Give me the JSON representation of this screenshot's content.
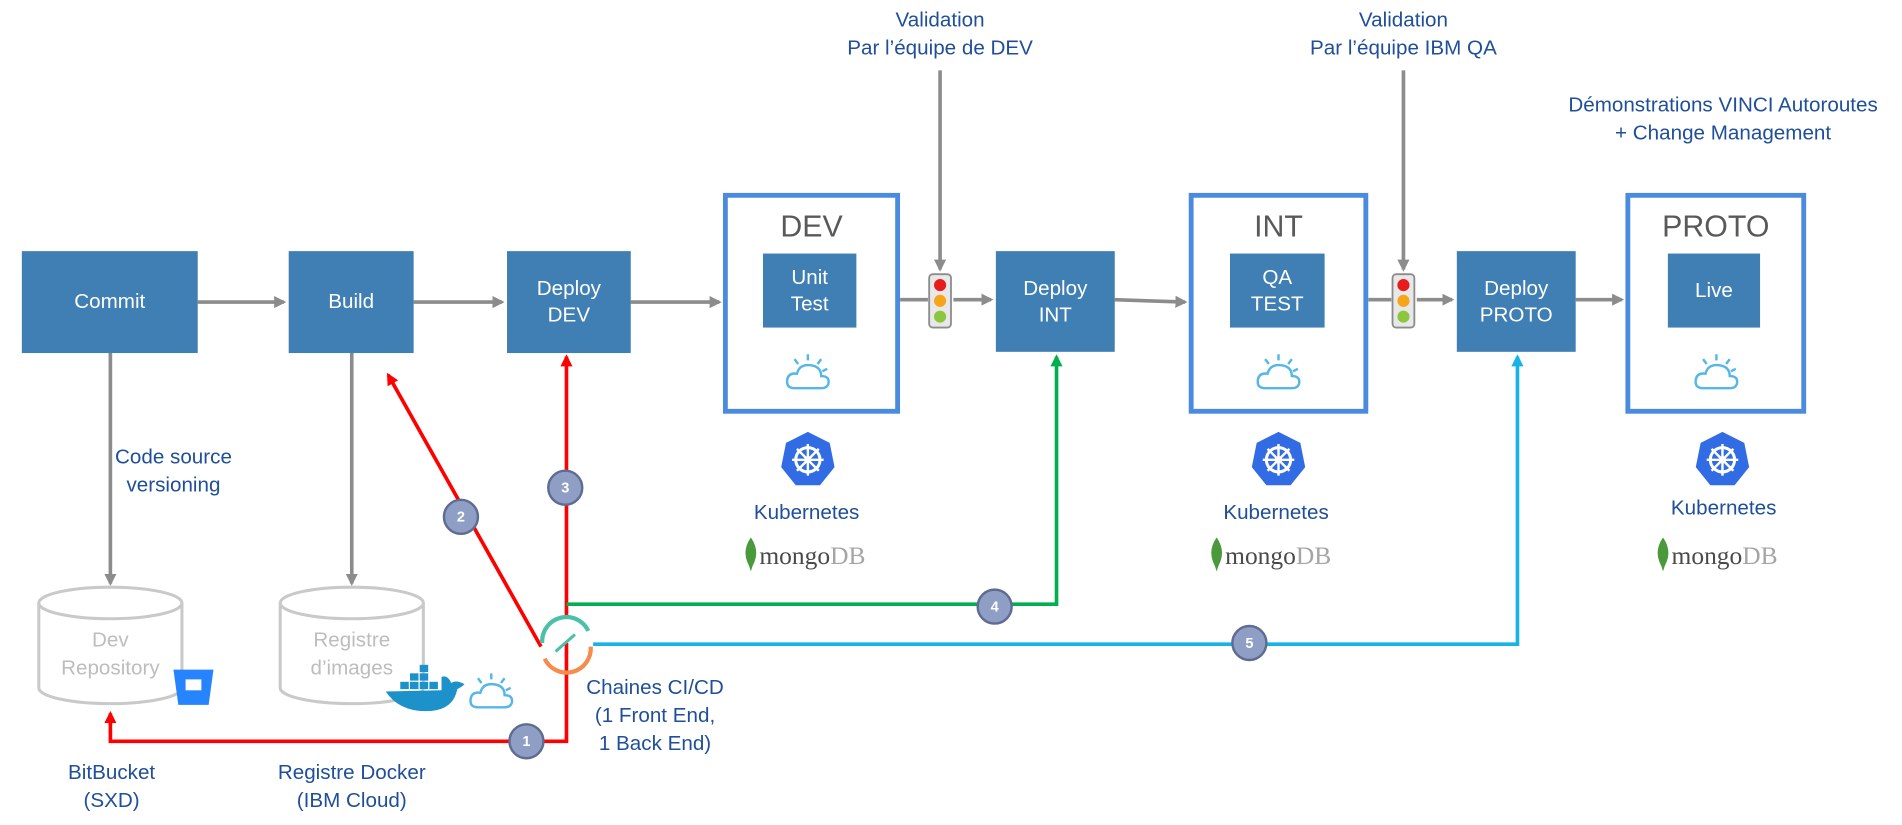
{
  "steps": [
    {
      "id": "commit",
      "label": "Commit"
    },
    {
      "id": "build",
      "label": "Build"
    },
    {
      "id": "deploy_dev",
      "label": "Deploy\nDEV"
    },
    {
      "id": "deploy_int",
      "label": "Deploy\nINT"
    },
    {
      "id": "deploy_proto",
      "label": "Deploy\nPROTO"
    }
  ],
  "environments": [
    {
      "id": "dev",
      "title": "DEV",
      "task": "Unit\nTest",
      "platform": "Kubernetes"
    },
    {
      "id": "int",
      "title": "INT",
      "task": "QA\nTEST",
      "platform": "Kubernetes"
    },
    {
      "id": "proto",
      "title": "PROTO",
      "task": "Live",
      "platform": "Kubernetes"
    }
  ],
  "mongodb": {
    "part1": "mongo",
    "part2": "DB"
  },
  "validations": [
    {
      "id": "dev",
      "text": "Validation\nPar l’équipe de DEV"
    },
    {
      "id": "qa",
      "text": "Validation\nPar l’équipe IBM QA"
    }
  ],
  "demo_note": "Démonstrations VINCI Autoroutes\n+ Change Management",
  "code_source": "Code source\nversioning",
  "repositories": [
    {
      "id": "dev_repo",
      "label": "Dev\nRepository",
      "caption": "BitBucket\n(SXD)"
    },
    {
      "id": "image_registry",
      "label": "Registre\nd’images",
      "caption": "Registre Docker\n(IBM Cloud)"
    }
  ],
  "cicd_label": "Chaines CI/CD\n(1 Front End,\n1 Back End)",
  "flow_numbers": [
    "1",
    "2",
    "3",
    "4",
    "5"
  ],
  "colors": {
    "box": "#3f7fb4",
    "env_border": "#4a8be0",
    "red_flow": "#ff0000",
    "green_flow": "#00b050",
    "blue_flow": "#17b3e6",
    "grey_arrow": "#8c8c8c",
    "label": "#1f4e9a"
  }
}
